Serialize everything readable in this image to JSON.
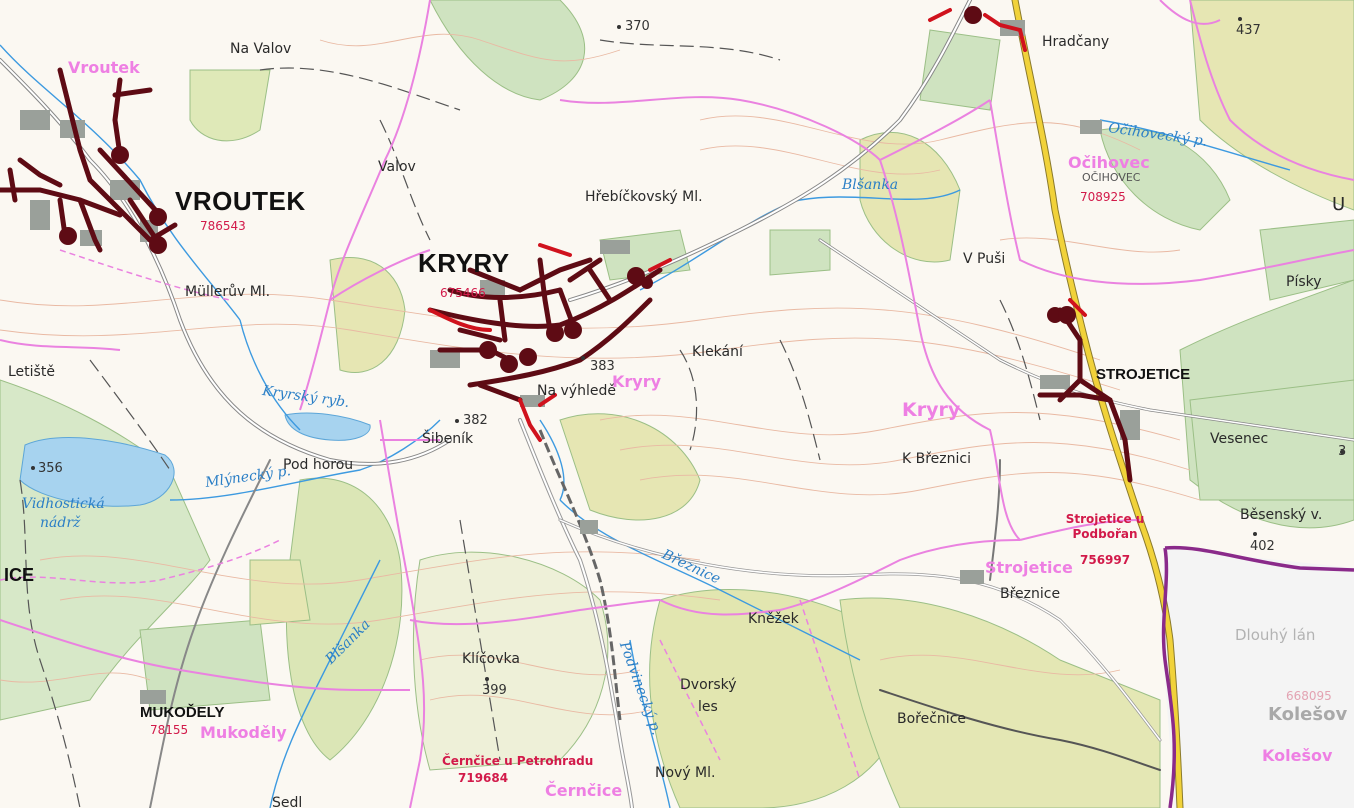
{
  "map": {
    "labels": {
      "vroutek_big": "VROUTEK",
      "vroutek_code": "786543",
      "vroutek_pink": "Vroutek",
      "kryry_big": "KRYRY",
      "kryry_code": "675466",
      "kryry_pink_town": "Kryry",
      "kryry_pink_area": "Kryry",
      "strojetice_big": "STROJETICE",
      "strojetice_pink": "Strojetice",
      "strojetice_cad": "Strojetice u Podbořan",
      "strojetice_cad_code": "756997",
      "ocihovec_pink": "Očihovec",
      "ocihovec_code": "708925",
      "ocihovec_partial": "OČIHOVEC",
      "mukodely_big": "MUKOĎELY",
      "mukodely_code": "78155",
      "mukodely_pink": "Mukoděly",
      "cernice_cad": "Černčice u Petrohradu",
      "cernice_code": "719684",
      "cernice_pink": "Černčice",
      "kolesov_faded": "Kolešov",
      "kolesov_pink": "Kolešov",
      "kolesov_code": "668095",
      "dlouhy_lan": "Dlouhý lán",
      "ice_partial": "ICE",
      "hradcany": "Hradčany",
      "na_valov": "Na Valov",
      "valov": "Valov",
      "hrebickovsky": "Hřebíčkovský Ml.",
      "mulleruv": "Müllerův Ml.",
      "letiste": "Letiště",
      "pod_horou": "Pod horou",
      "sibenik": "Šibeník",
      "na_vyhlede": "Na výhledě",
      "klekani": "Klekání",
      "v_pusi": "V Puši",
      "pisky": "Písky",
      "vesenec": "Vesenec",
      "k_breznici": "K Březnici",
      "besensky": "Běsenský v.",
      "breznice_place": "Březnice",
      "knezek": "Kněžek",
      "dvorsky": "Dvorský",
      "les": "les",
      "klicovka": "Klíčovka",
      "borecnice": "Bořečnice",
      "novy_ml": "Nový Ml.",
      "u_partial": "U",
      "sedlo_partial": "Sedl",
      "blsanka_n": "Blšanka",
      "blsanka_s": "Blšanka",
      "ocihovecky": "Očihovecký p.",
      "kryrsky": "Kryrský ryb.",
      "vidhosticka": "Vidhostická",
      "nadrz": "nádrž",
      "mlynecky": "Mlýnecký p.",
      "breznice_water": "Březnice",
      "podvinecky": "Podvinecký p.",
      "spot_370": "370",
      "spot_437": "437",
      "spot_383": "383",
      "spot_382": "382",
      "spot_356": "356",
      "spot_399": "399",
      "spot_402": "402",
      "spot_3": "3"
    }
  }
}
